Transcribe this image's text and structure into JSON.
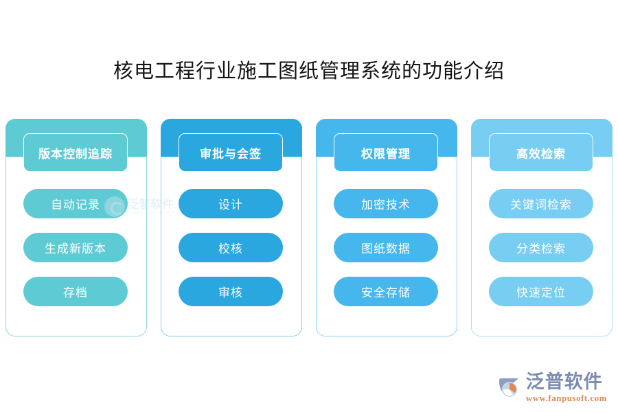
{
  "page": {
    "title": "核电工程行业施工图纸管理系统的功能介绍",
    "background_color": "#ffffff"
  },
  "cards": [
    {
      "header": "版本控制追踪",
      "color": "#5ECBD4",
      "border_color": "#86d7e0",
      "items": [
        "自动记录",
        "生成新版本",
        "存档"
      ]
    },
    {
      "header": "审批与会签",
      "color": "#2BA7E0",
      "border_color": "#7ecdf0",
      "items": [
        "设计",
        "校核",
        "审核"
      ]
    },
    {
      "header": "权限管理",
      "color": "#45B7EC",
      "border_color": "#8ad6f5",
      "items": [
        "加密技术",
        "图纸数据",
        "安全存储"
      ]
    },
    {
      "header": "高效检索",
      "color": "#77CDF2",
      "border_color": "#a5dff7",
      "items": [
        "关键词检索",
        "分类检索",
        "快速定位"
      ]
    }
  ],
  "center_watermark": {
    "cn": "泛普软件",
    "en": "FANPU SOFTWARE",
    "icon": "fanpu-logo-icon"
  },
  "brand_logo": {
    "cn": "泛普软件",
    "url": "www.fanpusoft.com",
    "icon": "fanpu-logo-icon",
    "cn_color": "#7c8bb3",
    "url_color": "#d98a53"
  }
}
